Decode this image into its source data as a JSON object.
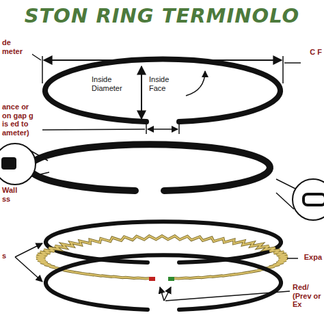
{
  "diagram": {
    "title": "STON RING TERMINOLO",
    "labels": [
      "de meter",
      "Inside Diameter",
      "Inside Face",
      "C F",
      "ance or on gap g is ed to ameter)",
      "Wall ss",
      "s",
      "Expa",
      "Red/ (Prev or Ex"
    ]
  }
}
